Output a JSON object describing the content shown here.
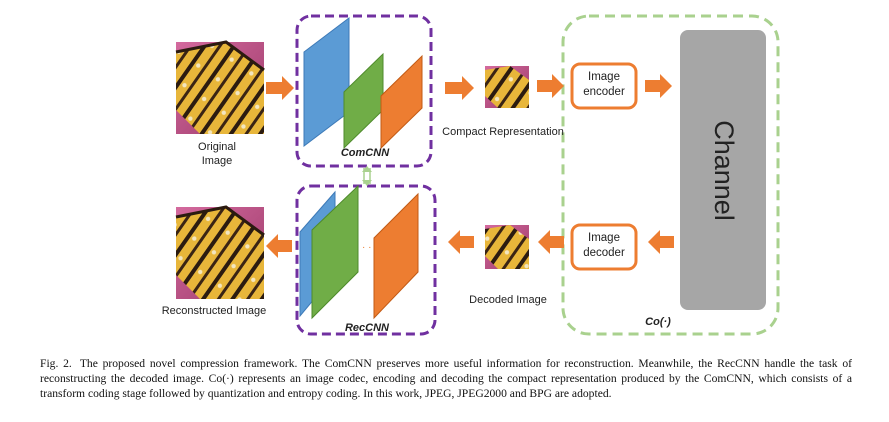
{
  "labels": {
    "original": [
      "Original",
      "Image"
    ],
    "comcnn": "ComCNN",
    "compact": "Compact Representation",
    "encoder": [
      "Image",
      "encoder"
    ],
    "decoder": [
      "Image",
      "decoder"
    ],
    "channel": "Channel",
    "co": "Co(·)",
    "decoded": "Decoded Image",
    "reconstructed": "Reconstructed Image",
    "reccnn": "RecCNN"
  },
  "caption": {
    "fig": "Fig. 2.",
    "text": "The proposed novel compression framework. The ComCNN preserves more useful information for reconstruction. Meanwhile, the RecCNN handle the task of reconstructing the decoded image. Co(·) represents an image codec, encoding and decoding the compact representation produced by the ComCNN, which consists of a transform coding stage followed by quantization and entropy coding. In this work, JPEG, JPEG2000 and BPG are adopted."
  },
  "colors": {
    "purple": "#7030a0",
    "green_dash": "#a9d18e",
    "orange": "#ed7d31",
    "blue": "#5b9bd5",
    "green": "#70ad47",
    "channel_gray": "#a6a6a6"
  }
}
